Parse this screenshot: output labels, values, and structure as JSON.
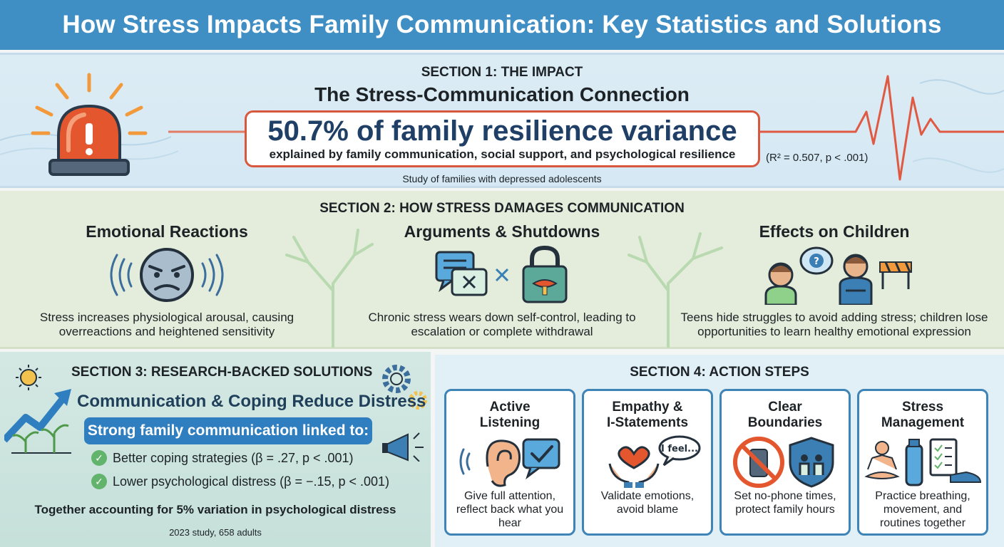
{
  "title": "How Stress Impacts Family Communication: Key Statistics and Solutions",
  "section1": {
    "eyebrow": "SECTION 1: THE IMPACT",
    "heading": "The Stress-Communication Connection",
    "big_stat": "50.7% of family resilience variance",
    "big_sub": "explained by family communication, social support, and psychological resilience",
    "stat_detail": "(R² = 0.507, p < .001)",
    "note": "Study of families with depressed adolescents",
    "colors": {
      "alert": "#d9583d",
      "stat": "#1f3f66"
    }
  },
  "section2": {
    "eyebrow": "SECTION 2: HOW STRESS DAMAGES COMMUNICATION",
    "columns": [
      {
        "title": "Emotional Reactions",
        "text": "Stress increases physiological arousal, causing overreactions and heightened sensitivity",
        "icon": "angry-face-icon"
      },
      {
        "title": "Arguments & Shutdowns",
        "text": "Chronic stress wears down self-control, leading to escalation or complete withdrawal",
        "icon": "chat-lock-icon"
      },
      {
        "title": "Effects on Children",
        "text": "Teens hide struggles to avoid adding stress; children lose opportunities to learn healthy emotional expression",
        "icon": "children-barrier-icon"
      }
    ]
  },
  "section3": {
    "eyebrow": "SECTION 3: RESEARCH-BACKED SOLUTIONS",
    "heading": "Communication & Coping Reduce Distress",
    "pill": "Strong family communication linked to:",
    "items": [
      "Better coping strategies (β = .27, p < .001)",
      "Lower psychological distress (β = −.15, p < .001)"
    ],
    "together": "Together accounting for 5% variation in psychological distress",
    "study": "2023 study, 658 adults"
  },
  "section4": {
    "eyebrow": "SECTION 4: ACTION STEPS",
    "cards": [
      {
        "title_line1": "Active",
        "title_line2": "Listening",
        "text": "Give full attention, reflect back what you hear",
        "icon": "ear-check-icon"
      },
      {
        "title_line1": "Empathy &",
        "title_line2": "I-Statements",
        "text": "Validate emotions, avoid blame",
        "icon": "heart-hands-icon",
        "bubble": "I feel..."
      },
      {
        "title_line1": "Clear",
        "title_line2": "Boundaries",
        "text": "Set no-phone times, protect family hours",
        "icon": "no-phone-shield-icon"
      },
      {
        "title_line1": "Stress",
        "title_line2": "Management",
        "text": "Practice breathing, movement, and routines together",
        "icon": "meditation-icon"
      }
    ]
  }
}
